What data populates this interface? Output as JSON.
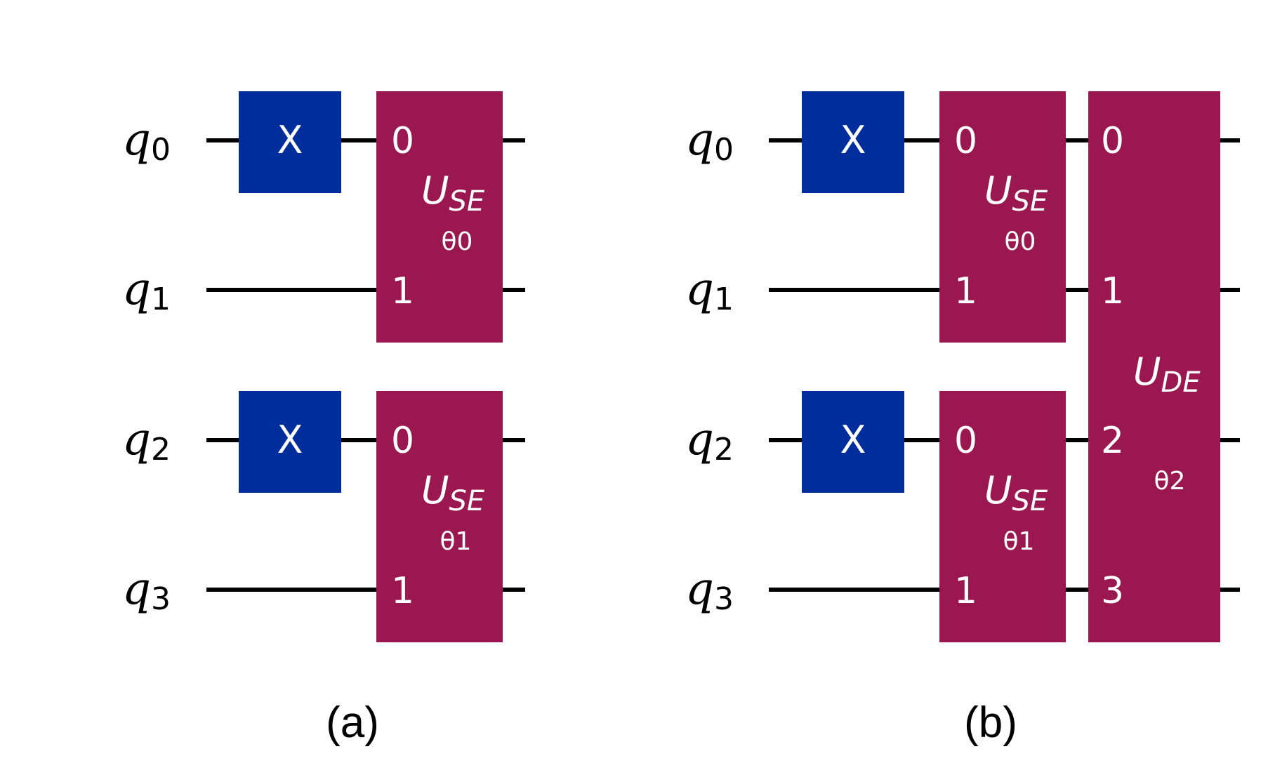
{
  "colors": {
    "x_gate": "#002D9C",
    "u_gate": "#9A1750",
    "wire": "#000000",
    "text_on_gate": "#ffffff"
  },
  "panels": [
    {
      "caption": "(a)",
      "qubits": [
        {
          "base": "q",
          "sub": "0"
        },
        {
          "base": "q",
          "sub": "1"
        },
        {
          "base": "q",
          "sub": "2"
        },
        {
          "base": "q",
          "sub": "3"
        }
      ],
      "x_gates": [
        {
          "label": "X",
          "qubit": 0
        },
        {
          "label": "X",
          "qubit": 2
        }
      ],
      "u_gates": [
        {
          "name": "U",
          "sub": "SE",
          "param": "θ0",
          "qubits": [
            0,
            1
          ],
          "pin_labels": [
            "0",
            "1"
          ]
        },
        {
          "name": "U",
          "sub": "SE",
          "param": "θ1",
          "qubits": [
            2,
            3
          ],
          "pin_labels": [
            "0",
            "1"
          ]
        }
      ]
    },
    {
      "caption": "(b)",
      "qubits": [
        {
          "base": "q",
          "sub": "0"
        },
        {
          "base": "q",
          "sub": "1"
        },
        {
          "base": "q",
          "sub": "2"
        },
        {
          "base": "q",
          "sub": "3"
        }
      ],
      "x_gates": [
        {
          "label": "X",
          "qubit": 0
        },
        {
          "label": "X",
          "qubit": 2
        }
      ],
      "u_gates": [
        {
          "name": "U",
          "sub": "SE",
          "param": "θ0",
          "qubits": [
            0,
            1
          ],
          "pin_labels": [
            "0",
            "1"
          ]
        },
        {
          "name": "U",
          "sub": "SE",
          "param": "θ1",
          "qubits": [
            2,
            3
          ],
          "pin_labels": [
            "0",
            "1"
          ]
        },
        {
          "name": "U",
          "sub": "DE",
          "param": "θ2",
          "qubits": [
            0,
            1,
            2,
            3
          ],
          "pin_labels": [
            "0",
            "1",
            "2",
            "3"
          ]
        }
      ]
    }
  ]
}
